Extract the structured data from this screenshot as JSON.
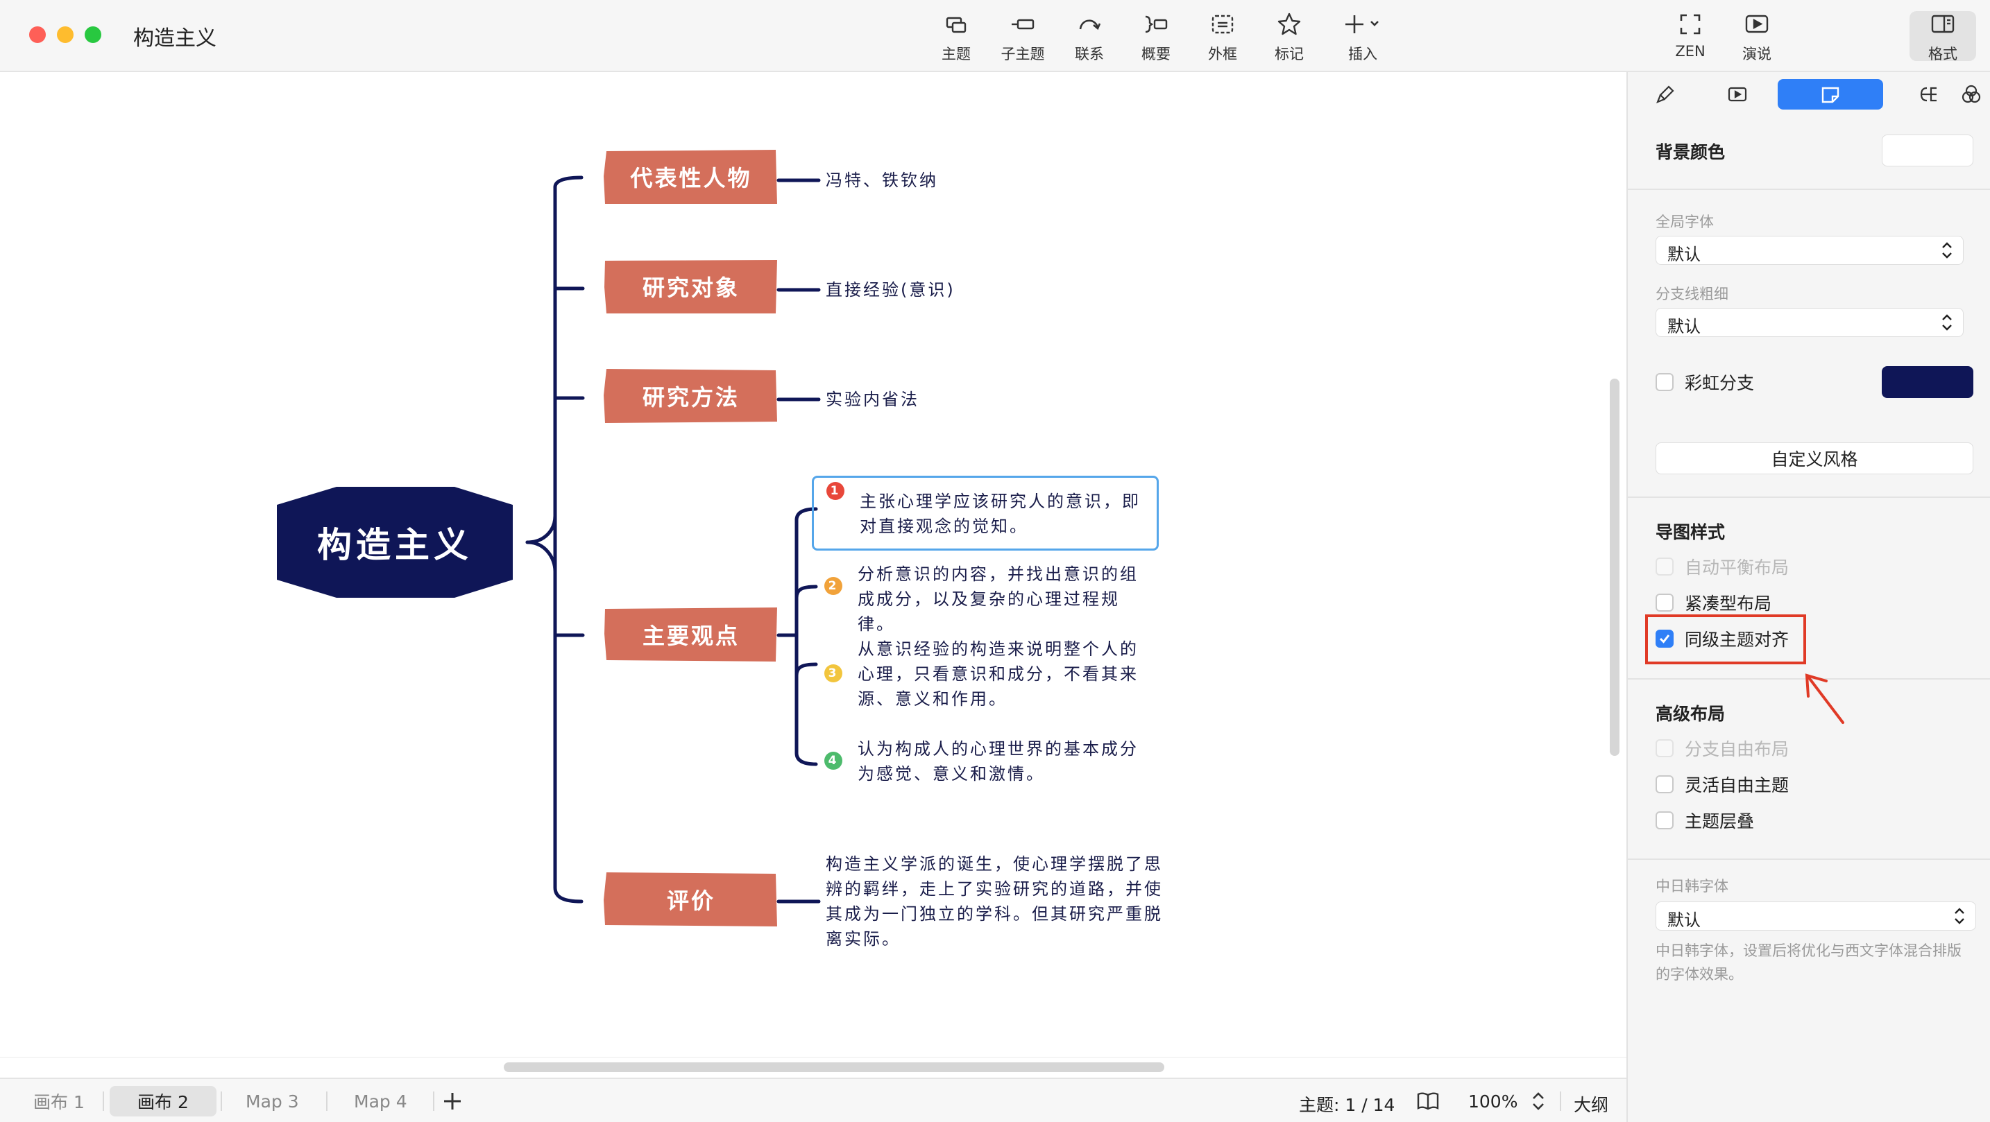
{
  "window": {
    "title": "构造主义"
  },
  "toolbar": {
    "topic": "主题",
    "subtopic": "子主题",
    "relationship": "联系",
    "summary": "概要",
    "boundary": "外框",
    "marker": "标记",
    "insert": "插入",
    "zen": "ZEN",
    "present": "演说",
    "format": "格式"
  },
  "map": {
    "central": "构造主义",
    "topics": [
      {
        "label": "代表性人物",
        "detail": "冯特、铁钦纳"
      },
      {
        "label": "研究对象",
        "detail": "直接经验(意识)"
      },
      {
        "label": "研究方法",
        "detail": "实验内省法"
      },
      {
        "label": "主要观点"
      },
      {
        "label": "评价",
        "detail": "构造主义学派的诞生，使心理学摆脱了思辨的羁绊，走上了实验研究的道路，并使其成为一门独立的学科。但其研究严重脱离实际。"
      }
    ],
    "points": [
      {
        "num": "1",
        "text": "主张心理学应该研究人的意识，即对直接观念的觉知。"
      },
      {
        "num": "2",
        "text": "分析意识的内容，并找出意识的组成成分，以及复杂的心理过程规律。"
      },
      {
        "num": "3",
        "text": "从意识经验的构造来说明整个人的心理，只看意识和成分，不看其来源、意义和作用。"
      },
      {
        "num": "4",
        "text": "认为构成人的心理世界的基本成分为感觉、意义和激情。"
      }
    ],
    "colors": {
      "central": "#0f1657",
      "topic": "#d46f5b",
      "line": "#0f1657",
      "num1": "#e8473a",
      "num2": "#f1a23a",
      "num3": "#f2c53d",
      "num4": "#4dbb6c"
    }
  },
  "panel": {
    "background_color_label": "背景颜色",
    "global_font_label": "全局字体",
    "global_font_value": "默认",
    "branch_width_label": "分支线粗细",
    "branch_width_value": "默认",
    "rainbow_label": "彩虹分支",
    "custom_style": "自定义风格",
    "map_style_title": "导图样式",
    "auto_balance": "自动平衡布局",
    "compact": "紧凑型布局",
    "align_siblings": "同级主题对齐",
    "advanced_title": "高级布局",
    "free_branch": "分支自由布局",
    "flexible_free": "灵活自由主题",
    "overlap": "主题层叠",
    "cjk_font_label": "中日韩字体",
    "cjk_font_value": "默认",
    "cjk_help": "中日韩字体，设置后将优化与西文字体混合排版的字体效果。",
    "rainbow_color": "#0f1657",
    "bg_color": "#ffffff"
  },
  "status": {
    "sheets": [
      "画布 1",
      "画布 2",
      "Map 3",
      "Map 4"
    ],
    "active_sheet": "画布 2",
    "topic_count": "主题: 1 / 14",
    "zoom": "100%",
    "outline": "大纲"
  }
}
